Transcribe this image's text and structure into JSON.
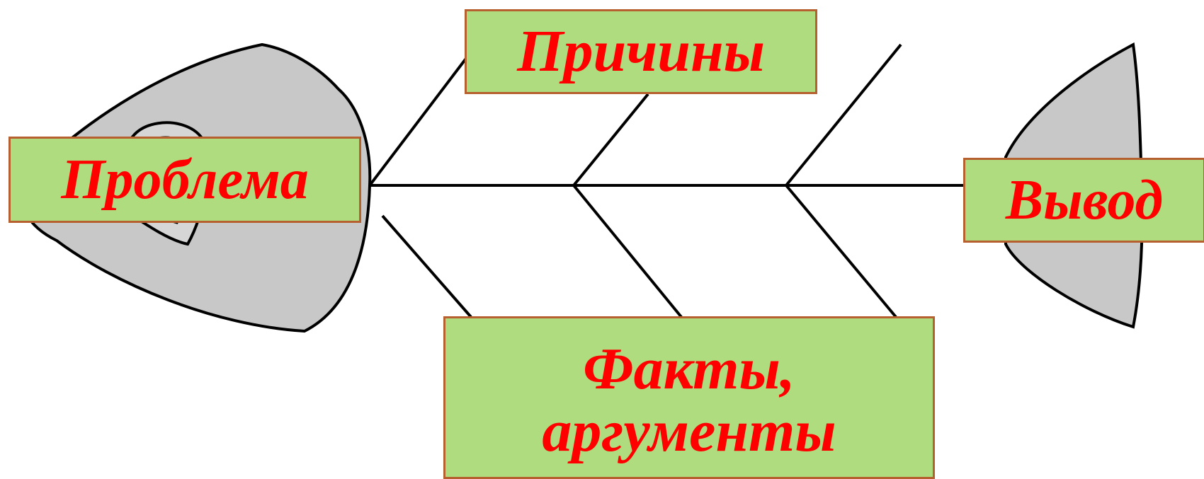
{
  "diagram": {
    "labels": {
      "causes": "Причины",
      "problem": "Проблема",
      "result": "Вывод",
      "facts_line1": "Факты,",
      "facts_line2": "аргументы"
    },
    "colors": {
      "box_fill": "#b0dc80",
      "box_border": "#b5602e",
      "text": "#ff0000",
      "fish_fill": "#c8c8c8",
      "line": "#000000"
    }
  }
}
